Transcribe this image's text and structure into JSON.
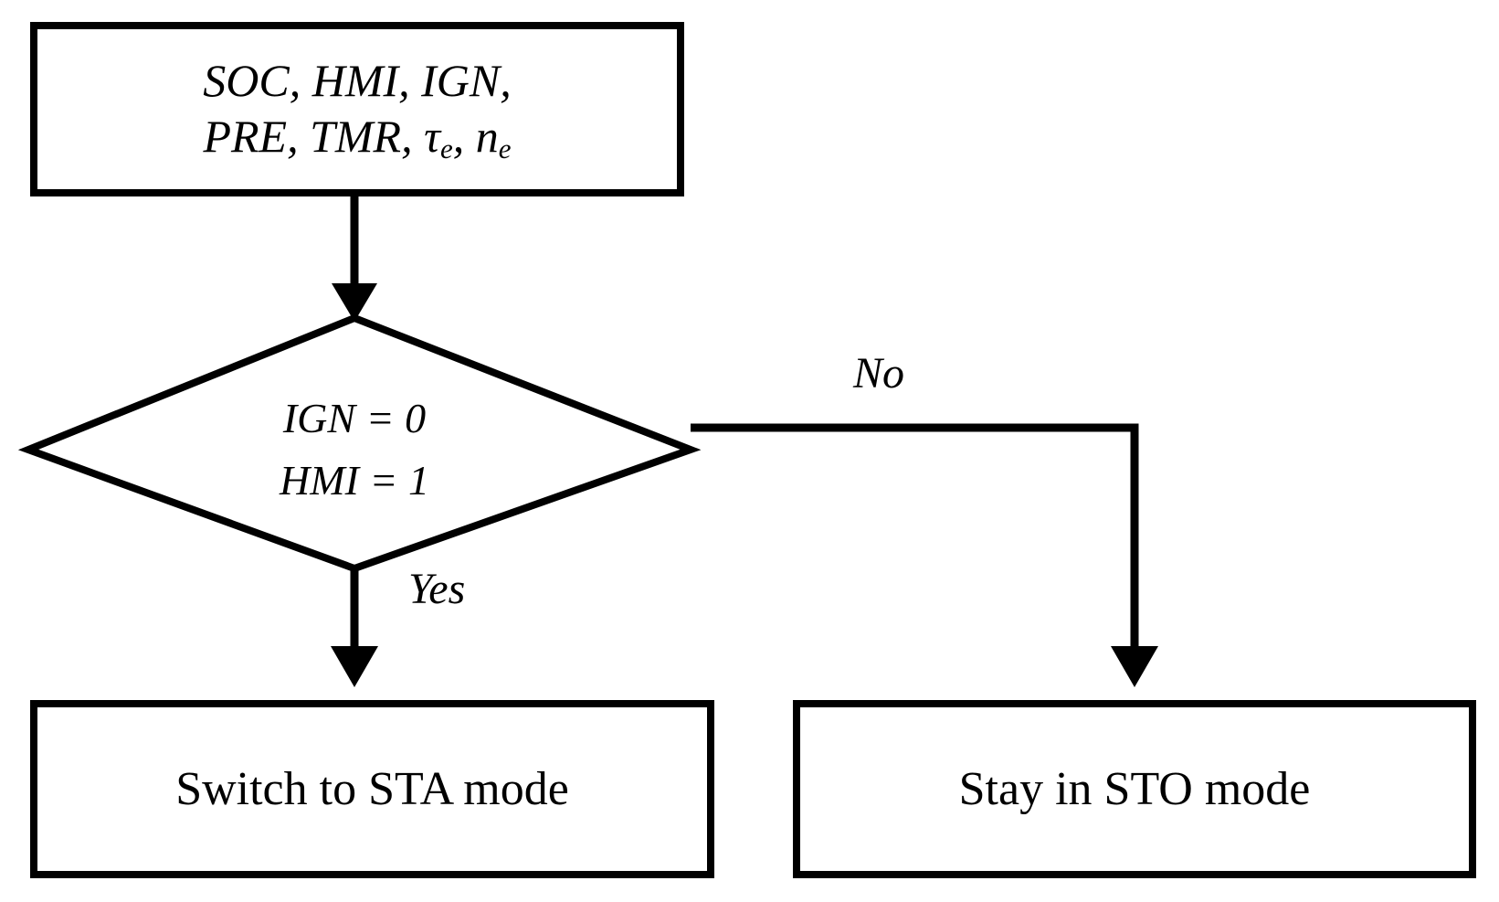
{
  "diagram": {
    "type": "flowchart",
    "title": "STO to STA mode transition decision flowchart",
    "background_color": "#ffffff",
    "line_color": "#000000",
    "text_color": "#000000",
    "nodes": {
      "inputs": {
        "shape": "rectangle",
        "lines": [
          "SOC, HMI, IGN,",
          "PRE, TMR, τe, ne"
        ],
        "line1": "SOC, HMI, IGN,",
        "line2_prefix": "PRE, TMR, ",
        "line2_tau": "τ",
        "line2_tau_sub": "e",
        "line2_mid": ", ",
        "line2_n": "n",
        "line2_n_sub": "e"
      },
      "decision": {
        "shape": "diamond",
        "condition_line1": "IGN = 0",
        "condition_line2": "HMI = 1"
      },
      "action_left": {
        "shape": "rectangle",
        "label": "Switch to STA mode"
      },
      "action_right": {
        "shape": "rectangle",
        "label": "Stay in STO mode"
      }
    },
    "edges": {
      "inputs_to_decision": {
        "label": ""
      },
      "decision_no": {
        "label": "No",
        "target": "action_right"
      },
      "decision_yes": {
        "label": "Yes",
        "target": "action_left"
      }
    }
  }
}
